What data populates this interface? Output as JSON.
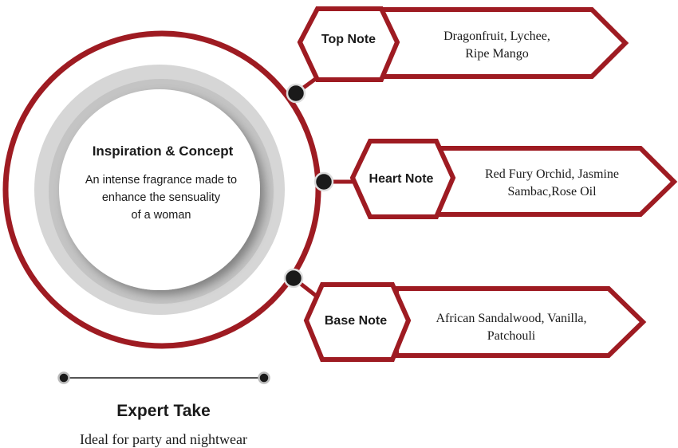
{
  "colors": {
    "accent": "#9e1b22",
    "ring_gray": "#d9d9d9",
    "ring_gray_dark": "#bfbfbf",
    "dot": "#1a1a1a",
    "text": "#1a1a1a",
    "background": "#ffffff"
  },
  "concept": {
    "title": "Inspiration & Concept",
    "lines": [
      "An intense fragrance made to",
      "enhance the sensuality",
      "of a woman"
    ]
  },
  "notes": [
    {
      "label": "Top Note",
      "lines": [
        "Dragonfruit, Lychee,",
        "Ripe Mango"
      ]
    },
    {
      "label": "Heart Note",
      "lines": [
        "Red Fury Orchid, Jasmine",
        "Sambac,Rose Oil"
      ]
    },
    {
      "label": "Base Note",
      "lines": [
        "African Sandalwood, Vanilla,",
        "Patchouli"
      ]
    }
  ],
  "expert": {
    "title": "Expert Take",
    "text": "Ideal for party and nightwear"
  }
}
